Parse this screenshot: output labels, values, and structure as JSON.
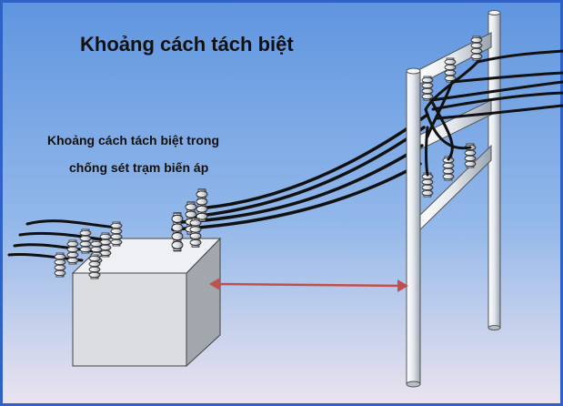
{
  "diagram": {
    "title": "Khoảng cách tách biệt",
    "caption_line1": "Khoảng cách tách biệt trong",
    "caption_line2": "chống sét trạm biến áp",
    "colors": {
      "sky_top": "#5f95df",
      "sky_bottom": "#e8e3ef",
      "frame_border": "#2f62c6",
      "arrow": "#c0504d",
      "steel": "#e9ecf1",
      "cable": "#111111"
    },
    "icons": [
      "transformer-box",
      "bushing-insulator",
      "steel-pole-structure",
      "double-arrow"
    ]
  }
}
